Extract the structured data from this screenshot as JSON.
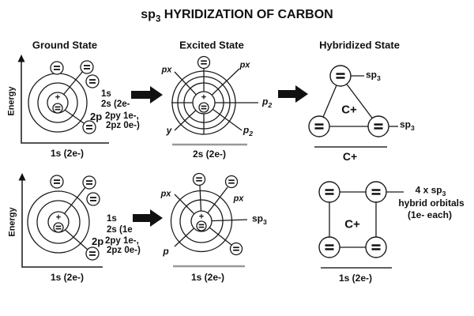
{
  "title": {
    "prefix": "sp",
    "sub": "3",
    "rest": " HYRIDIZATION OF CARBON"
  },
  "headers": {
    "ground": "Ground State",
    "excited": "Excited State",
    "hybridized": "Hybridized State"
  },
  "ground_top": {
    "energy_label": "Energy",
    "nucleus": "+",
    "notes": {
      "l1": "1s",
      "l2": "2s (2e-",
      "l3b": "2p",
      "l3": "2py 1e-,",
      "l4": "2pz 0e-)"
    },
    "x_label": "1s (2e-)"
  },
  "excited_top": {
    "nucleus": "+",
    "px_left": "px",
    "px_right": "px",
    "p2_right": {
      "base": "p",
      "sub": "2"
    },
    "p2_bottom": {
      "base": "p",
      "sub": "2"
    },
    "y_label": "y",
    "x_label": "2s (2e-)"
  },
  "hybridized_top": {
    "sp3_top": {
      "base": "sp",
      "sub": "3"
    },
    "sp3_right": {
      "base": "sp",
      "sub": "3"
    },
    "center_label": "C+",
    "x_label": "C+"
  },
  "ground_bottom": {
    "energy_label": "Energy",
    "nucleus": "+",
    "notes": {
      "l1": "1s",
      "l2": "2s (1e",
      "l3b": "2p",
      "l3": "2py 1e-,",
      "l4": "2pz 0e-)"
    },
    "x_label": "1s (2e-)"
  },
  "excited_bottom": {
    "nucleus": "+",
    "px_left": "px",
    "px_right": "px",
    "sp3": {
      "base": "sp",
      "sub": "3"
    },
    "p_label": "p",
    "x_label": "1s (2e-)"
  },
  "hybridized_bottom": {
    "center_label": "C+",
    "annotation": {
      "l1_base": "4 x sp",
      "l1_sub": "3",
      "l2": "hybrid orbitals",
      "l3": "(1e- each)"
    },
    "x_label": "1s (2e-)"
  },
  "colors": {
    "ink": "#111111",
    "line": "#1a1a1a",
    "gray_line": "#98989a",
    "background": "#ffffff"
  }
}
